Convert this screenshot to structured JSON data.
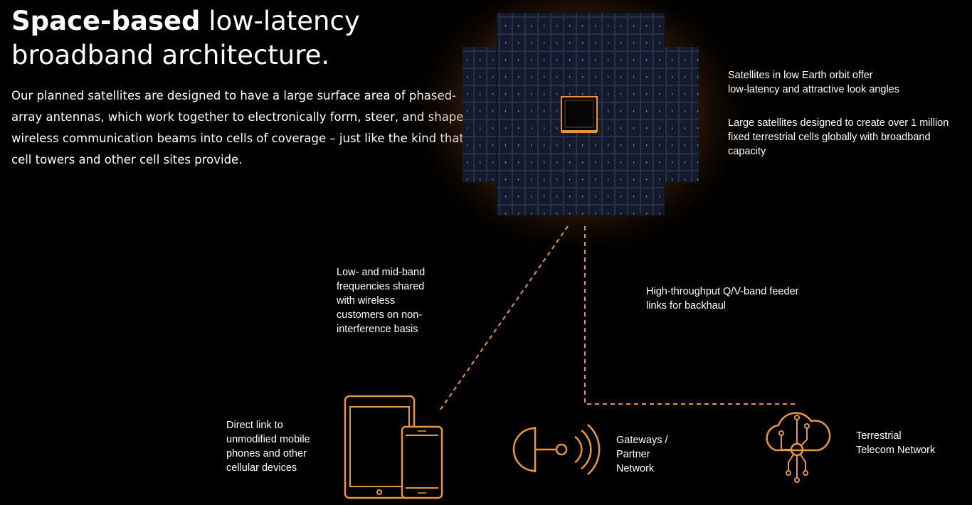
{
  "heading": {
    "bold": "Space-based",
    "rest": " low-latency broadband architecture."
  },
  "intro": "Our planned satellites are designed to have a large surface area of phased-array antennas, which work together to electronically form, steer, and shape wireless communication beams into cells of coverage – just like the kind that cell towers and other cell sites provide.",
  "notes": {
    "leo": "Satellites in low Earth orbit offer\nlow-latency and attractive look angles",
    "cells": "Large satellites designed to create over 1 million\nfixed terrestrial cells globally with broadband\ncapacity",
    "bands": "Low- and mid-band\nfrequencies shared\nwith wireless\ncustomers on non-\ninterference basis",
    "feeder": "High-throughput Q/V-band feeder\nlinks for backhaul",
    "direct": "Direct link to\nunmodified mobile\nphones and other\ncellular devices",
    "gateways": "Gateways /\nPartner\nNetwork",
    "terrestrial": "Terrestrial\nTelecom Network"
  },
  "colors": {
    "accent": "#e8963c",
    "panel": "#141b2e",
    "glow": "#f08a1e",
    "background": "#000000"
  },
  "icons": [
    "satellite-array-icon",
    "tablet-icon",
    "phone-icon",
    "gateway-antenna-icon",
    "cloud-network-icon"
  ]
}
